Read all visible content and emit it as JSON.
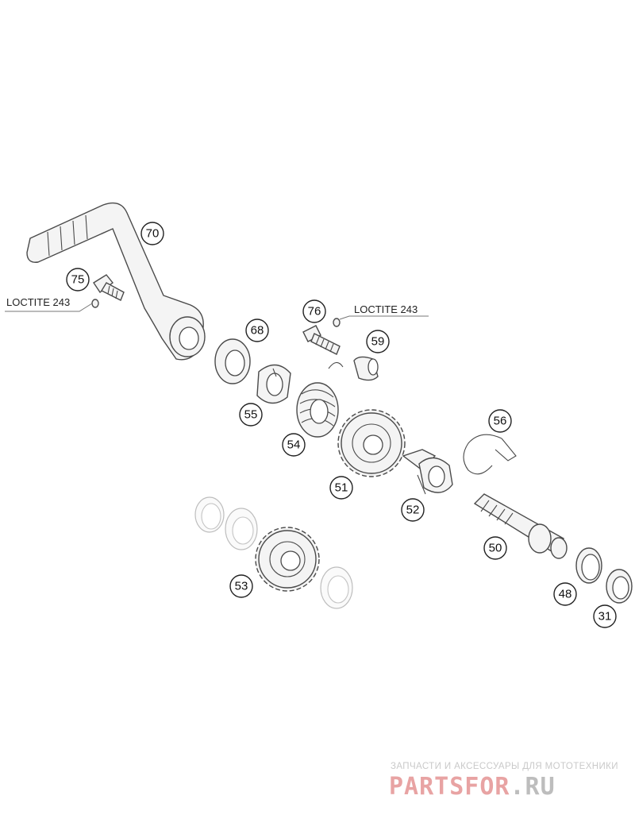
{
  "callouts": {
    "c70": "70",
    "c75": "75",
    "c76": "76",
    "c68": "68",
    "c59": "59",
    "c55": "55",
    "c54": "54",
    "c51": "51",
    "c56": "56",
    "c52": "52",
    "c50": "50",
    "c53": "53",
    "c48": "48",
    "c31": "31"
  },
  "notes": {
    "loctite_left": "LOCTITE 243",
    "loctite_right": "LOCTITE 243"
  },
  "watermark": {
    "tagline": "ЗАПЧАСТИ И АКСЕССУАРЫ ДЛЯ МОТОТЕХНИКИ",
    "logo_main": "PARTSFOR",
    "logo_tld": ".RU",
    "color_red": "#e8a3a3",
    "color_grey": "#bdbdbd"
  }
}
